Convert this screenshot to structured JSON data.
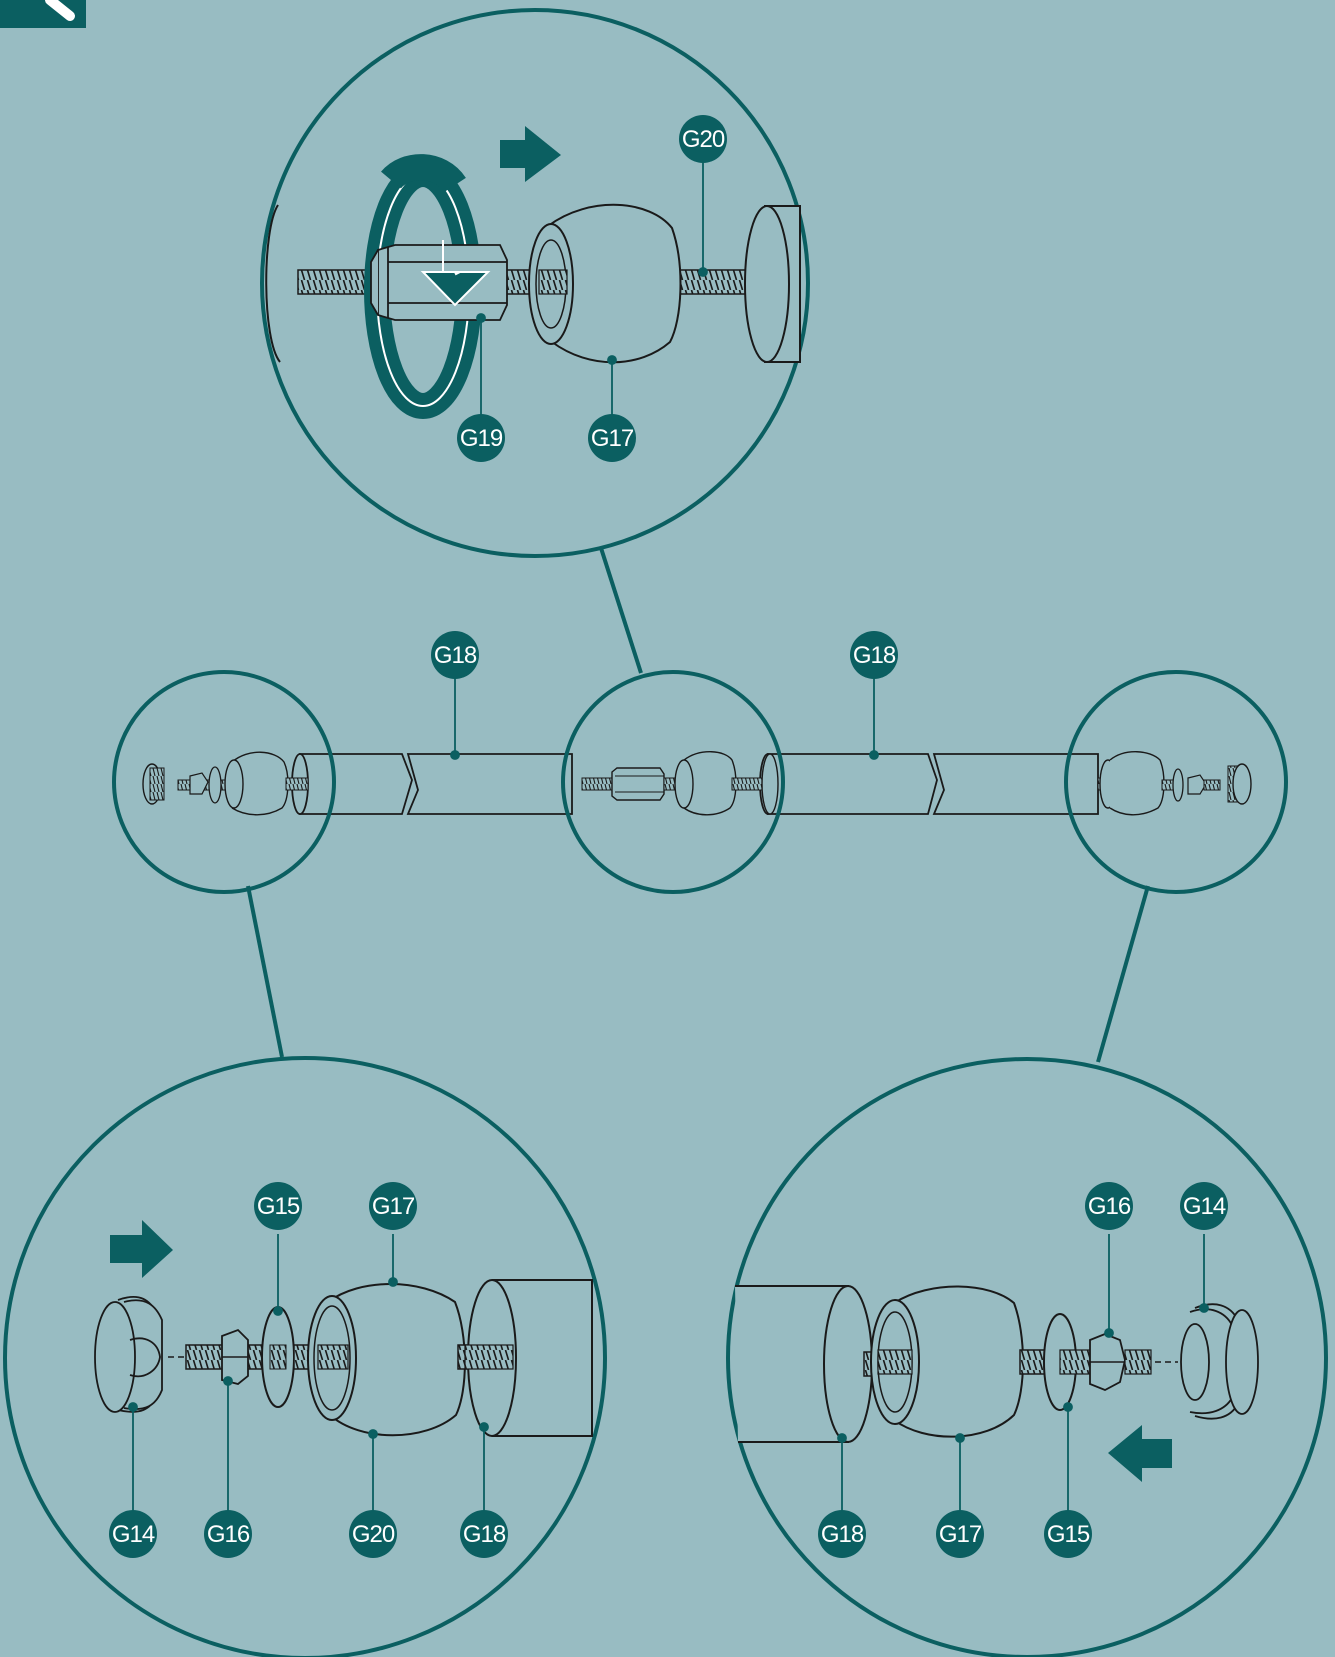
{
  "colors": {
    "background": "#98bcc2",
    "accent": "#0b5f61",
    "line": "#1a1a1a",
    "part_fill": "#98bcc2",
    "badge_text": "#ffffff"
  },
  "labels": {
    "g14": "G14",
    "g15": "G15",
    "g16": "G16",
    "g17": "G17",
    "g18": "G18",
    "g19": "G19",
    "g20": "G20"
  },
  "icons": {
    "corner": "tool-icon",
    "arrows": "arrow-icon",
    "rotation": "rotate-arrow-icon"
  }
}
